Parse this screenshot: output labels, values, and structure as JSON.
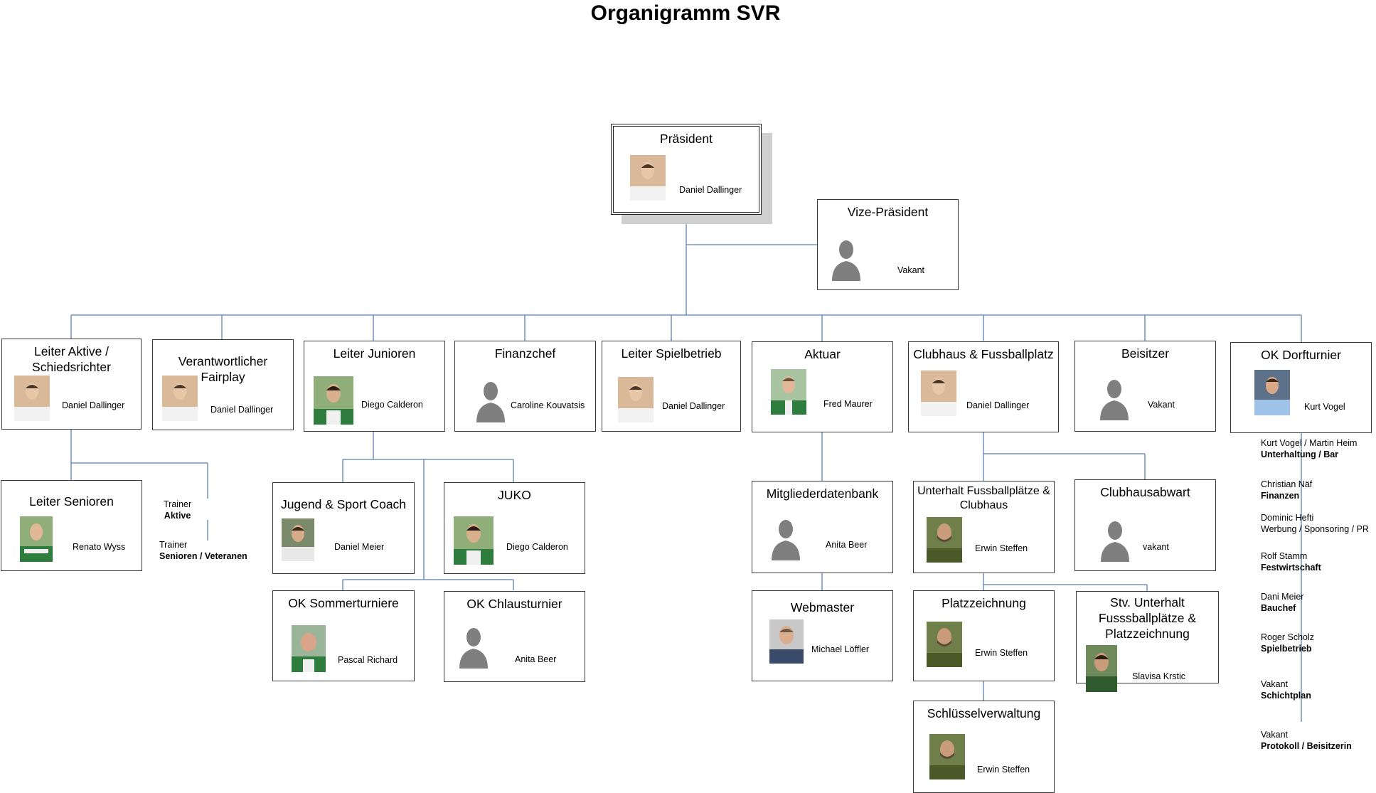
{
  "title": "Organigramm SVR",
  "colors": {
    "connector": "#5b7fb4",
    "border": "#3a3a3a",
    "shadow": "#cfcfcf"
  },
  "nodes": {
    "praesident": {
      "role": "Präsident",
      "person": "Daniel Dallinger",
      "photo": "portrait-photo"
    },
    "vize": {
      "role": "Vize-Präsident",
      "person": "Vakant",
      "photo": "placeholder-silhouette-icon"
    },
    "leiter_aktive": {
      "role": "Leiter Aktive / Schiedsrichter",
      "person": "Daniel Dallinger",
      "photo": "portrait-photo"
    },
    "fairplay": {
      "role": "Verantwortlicher Fairplay",
      "person": "Daniel Dallinger",
      "photo": "portrait-photo"
    },
    "leiter_junioren": {
      "role": "Leiter Junioren",
      "person": "Diego Calderon",
      "photo": "portrait-photo"
    },
    "finanzchef": {
      "role": "Finanzchef",
      "person": "Caroline Kouvatsis",
      "photo": "placeholder-silhouette-icon"
    },
    "spielbetrieb": {
      "role": "Leiter Spielbetrieb",
      "person": "Daniel Dallinger",
      "photo": "portrait-photo"
    },
    "aktuar": {
      "role": "Aktuar",
      "person": "Fred Maurer",
      "photo": "portrait-photo"
    },
    "clubhaus": {
      "role": "Clubhaus & Fussballplatz",
      "person": "Daniel Dallinger",
      "photo": "portrait-photo"
    },
    "beisitzer": {
      "role": "Beisitzer",
      "person": "Vakant",
      "photo": "placeholder-silhouette-icon"
    },
    "ok_dorfturnier": {
      "role": "OK Dorfturnier",
      "person": "Kurt Vogel",
      "photo": "portrait-photo"
    },
    "leiter_senioren": {
      "role": "Leiter Senioren",
      "person": "Renato Wyss",
      "photo": "portrait-photo"
    },
    "js_coach": {
      "role": "Jugend & Sport Coach",
      "person": "Daniel Meier",
      "photo": "portrait-photo"
    },
    "juko": {
      "role": "JUKO",
      "person": "Diego Calderon",
      "photo": "portrait-photo"
    },
    "ok_sommer": {
      "role": "OK Sommerturniere",
      "person": "Pascal Richard",
      "photo": "portrait-photo"
    },
    "ok_chlaus": {
      "role": "OK Chlausturnier",
      "person": "Anita Beer",
      "photo": "placeholder-silhouette-icon"
    },
    "mitglieder": {
      "role": "Mitgliederdatenbank",
      "person": "Anita Beer",
      "photo": "placeholder-silhouette-icon"
    },
    "webmaster": {
      "role": "Webmaster",
      "person": "Michael Löffler",
      "photo": "portrait-photo"
    },
    "unterhalt": {
      "role": "Unterhalt Fussballplätze & Clubhaus",
      "person": "Erwin Steffen",
      "photo": "portrait-photo"
    },
    "clubhausabwart": {
      "role": "Clubhausabwart",
      "person": "vakant",
      "photo": "placeholder-silhouette-icon"
    },
    "platzzeichnung": {
      "role": "Platzzeichnung",
      "person": "Erwin Steffen",
      "photo": "portrait-photo"
    },
    "stv_unterhalt": {
      "role": "Stv. Unterhalt Fusssballplätze & Platzzeichnung",
      "person": "Slavisa Krstic",
      "photo": "portrait-photo"
    },
    "schluessel": {
      "role": "Schlüsselverwaltung",
      "person": "Erwin Steffen",
      "photo": "portrait-photo"
    }
  },
  "trainers": [
    {
      "line1": "Trainer",
      "line2": "Aktive"
    },
    {
      "line1": "Trainer",
      "line2": "Senioren / Veteranen"
    }
  ],
  "dorfturnier_team": [
    {
      "name": "Kurt Vogel / Martin Heim",
      "task": "Unterhaltung / Bar"
    },
    {
      "name": "Christian Näf",
      "task": "Finanzen"
    },
    {
      "name": "Dominic Hefti",
      "task": "Werbung / Sponsoring / PR"
    },
    {
      "name": "Rolf Stamm",
      "task": "Festwirtschaft"
    },
    {
      "name": "Dani Meier",
      "task": "Bauchef"
    },
    {
      "name": "Roger Scholz",
      "task": "Spielbetrieb"
    },
    {
      "name": "Vakant",
      "task": "Schichtplan"
    },
    {
      "name": "Vakant",
      "task": "Protokoll / Beisitzerin"
    }
  ]
}
